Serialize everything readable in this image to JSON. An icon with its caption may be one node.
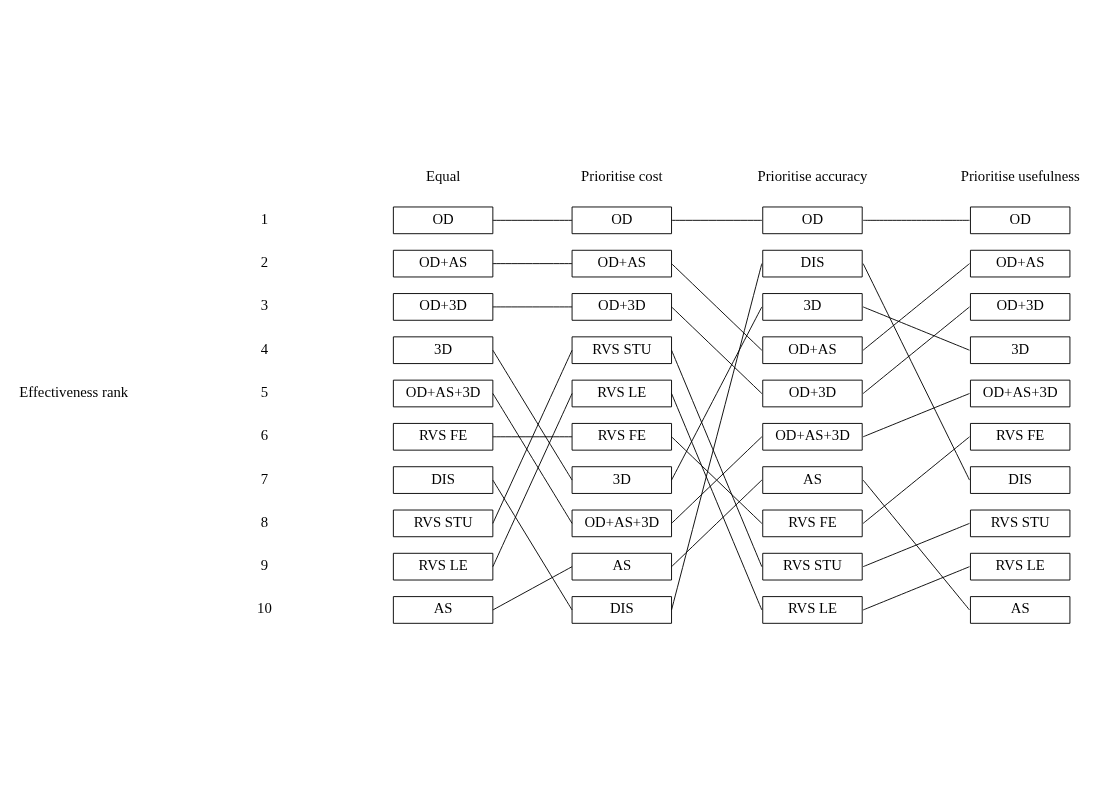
{
  "diagram": {
    "nodes": [
      {
        "text": [
          "OD"
        ]
      },
      {
        "text": [
          "OD+AS"
        ]
      },
      {
        "text": [
          "OD+3D"
        ]
      },
      {
        "text": [
          "3D"
        ]
      },
      {
        "text": [
          "OD+AS+3D"
        ]
      },
      {
        "text": [
          "RVS FE"
        ]
      },
      {
        "text": [
          "DIS"
        ]
      },
      {
        "text": [
          "RVS STU"
        ]
      },
      {
        "text": [
          "RVS LE"
        ]
      },
      {
        "text": [
          "AS"
        ]
      },
      {
        "text": [
          "OD"
        ]
      },
      {
        "text": [
          "OD+AS"
        ]
      },
      {
        "text": [
          "OD+3D"
        ]
      },
      {
        "text": [
          "RVS STU"
        ]
      },
      {
        "text": [
          "RVS LE"
        ]
      },
      {
        "text": [
          "RVS FE"
        ]
      },
      {
        "text": [
          "3D"
        ]
      },
      {
        "text": [
          "OD+AS+3D"
        ]
      },
      {
        "text": [
          "AS"
        ]
      },
      {
        "text": [
          "DIS"
        ]
      },
      {
        "text": [
          "OD"
        ]
      },
      {
        "text": [
          "DIS"
        ]
      },
      {
        "text": [
          "3D"
        ]
      },
      {
        "text": [
          "OD+AS"
        ]
      },
      {
        "text": [
          "OD+3D"
        ]
      },
      {
        "text": [
          "OD+AS+3D"
        ]
      },
      {
        "text": [
          "AS"
        ]
      },
      {
        "text": [
          "RVS FE"
        ]
      },
      {
        "text": [
          "RVS STU"
        ]
      },
      {
        "text": [
          "RVS LE"
        ]
      },
      {
        "text": [
          "OD"
        ]
      },
      {
        "text": [
          "OD+AS"
        ]
      },
      {
        "text": [
          "OD+3D"
        ]
      },
      {
        "text": [
          "3D"
        ]
      },
      {
        "text": [
          "OD+AS+3D"
        ]
      },
      {
        "text": [
          "RVS FE"
        ]
      },
      {
        "text": [
          "DIS"
        ]
      },
      {
        "text": [
          "RVS STU"
        ]
      },
      {
        "text": [
          "RVS LE"
        ]
      },
      {
        "text": [
          "AS"
        ]
      }
    ],
    "edges": [
      {
        "from": 0,
        "to": 10,
        "arrow": "none"
      },
      {
        "from": 1,
        "to": 11,
        "arrow": "none"
      },
      {
        "from": 2,
        "to": 12,
        "arrow": "none"
      },
      {
        "from": 3,
        "to": 16,
        "arrow": "none"
      },
      {
        "from": 4,
        "to": 17,
        "arrow": "none"
      },
      {
        "from": 5,
        "to": 15,
        "arrow": "none"
      },
      {
        "from": 6,
        "to": 19,
        "arrow": "none"
      },
      {
        "from": 7,
        "to": 13,
        "arrow": "none"
      },
      {
        "from": 8,
        "to": 14,
        "arrow": "none"
      },
      {
        "from": 9,
        "to": 18,
        "arrow": "none"
      },
      {
        "from": 10,
        "to": 20,
        "arrow": "none"
      },
      {
        "from": 11,
        "to": 23,
        "arrow": "none"
      },
      {
        "from": 12,
        "to": 24,
        "arrow": "none"
      },
      {
        "from": 13,
        "to": 28,
        "arrow": "none"
      },
      {
        "from": 14,
        "to": 29,
        "arrow": "none"
      },
      {
        "from": 15,
        "to": 27,
        "arrow": "none"
      },
      {
        "from": 16,
        "to": 22,
        "arrow": "none"
      },
      {
        "from": 17,
        "to": 25,
        "arrow": "none"
      },
      {
        "from": 18,
        "to": 26,
        "arrow": "none"
      },
      {
        "from": 19,
        "to": 21,
        "arrow": "none"
      },
      {
        "from": 20,
        "to": 30,
        "arrow": "none"
      },
      {
        "from": 21,
        "to": 36,
        "arrow": "none"
      },
      {
        "from": 22,
        "to": 33,
        "arrow": "none"
      },
      {
        "from": 23,
        "to": 31,
        "arrow": "none"
      },
      {
        "from": 24,
        "to": 32,
        "arrow": "none"
      },
      {
        "from": 25,
        "to": 34,
        "arrow": "none"
      },
      {
        "from": 26,
        "to": 39,
        "arrow": "none"
      },
      {
        "from": 27,
        "to": 35,
        "arrow": "none"
      },
      {
        "from": 28,
        "to": 37,
        "arrow": "none"
      },
      {
        "from": 29,
        "to": 38,
        "arrow": "none"
      }
    ],
    "labels": [
      "Equal",
      "Prioritise cost",
      "Prioritise accuracy",
      "Prioritise usefulness",
      "1",
      "2",
      "3",
      "4",
      "5",
      "6",
      "7",
      "8",
      "9",
      "10",
      "Effectiveness rank"
    ]
  }
}
